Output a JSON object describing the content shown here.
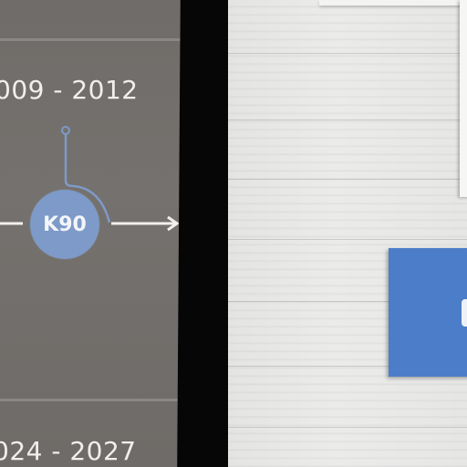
{
  "timeline": {
    "period_top": "009 - 2012",
    "period_bottom": "024 - 2027",
    "node_label": "K90"
  },
  "colors": {
    "screen_bg": "#726f6c",
    "node_fill": "#7d9ac8",
    "card_blue": "#4c7dc8",
    "table": "#e8e8e7"
  }
}
